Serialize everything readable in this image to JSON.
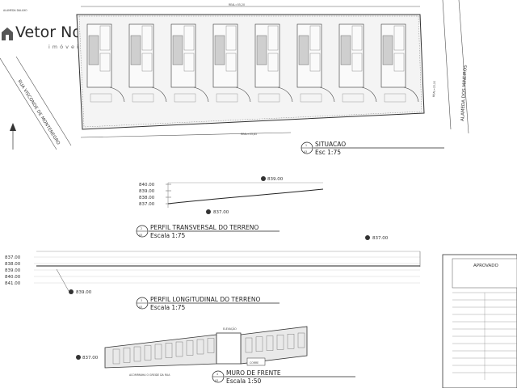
{
  "brand": {
    "name": "Vetor Norte",
    "tagline": "imóveis"
  },
  "site_plan": {
    "street_left": "RUA VISCONDE DE MONTENEGRO",
    "street_right": "ALAMEDA DOS MINEIROS",
    "corner_label": "ALAMEDA DALUXO",
    "top_measure": "REAL=55,20",
    "bottom_measure": "REAL=53,85",
    "side_measure": "REAL=15,15"
  },
  "sections": [
    {
      "number": "1",
      "sheet": "A3",
      "title": "SITUACAO",
      "scale": "Esc 1:75"
    },
    {
      "number": "2",
      "sheet": "A3",
      "title": "PERFIL TRANSVERSAL DO TERRENO",
      "scale": "Escala 1:75"
    },
    {
      "number": "3",
      "sheet": "A3",
      "title": "PERFIL LONGITUDINAL DO TERRENO",
      "scale": "Escala 1:75"
    },
    {
      "number": "4",
      "sheet": "A3",
      "title": "MURO DE FRENTE",
      "scale": "Escala 1:50"
    }
  ],
  "profile_transversal": {
    "levels": [
      "840.00",
      "839.00",
      "838.00",
      "837.00"
    ],
    "marker_high": "839.00",
    "marker_low": "837.00"
  },
  "profile_longitudinal": {
    "levels": [
      "837.00",
      "838.00",
      "839.00",
      "840.00",
      "841.00"
    ],
    "marker_high": "837.00",
    "marker_low": "839.00"
  },
  "wall": {
    "top_label": "ELEVAÇÃO",
    "gate_label": "CORRE",
    "bottom_label": "ACOMPANHA O GREIDE DA RUA",
    "level_marker": "837.00"
  },
  "stamp": {
    "approved": "APROVADO"
  }
}
